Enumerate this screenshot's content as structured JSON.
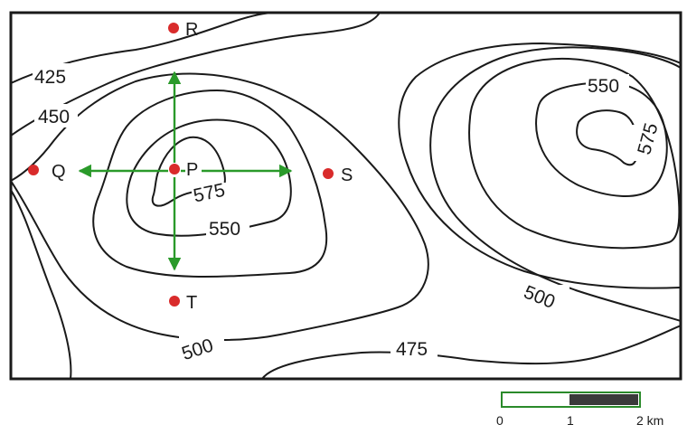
{
  "map": {
    "points": [
      {
        "id": "P",
        "label": "P"
      },
      {
        "id": "Q",
        "label": "Q"
      },
      {
        "id": "R",
        "label": "R"
      },
      {
        "id": "S",
        "label": "S"
      },
      {
        "id": "T",
        "label": "T"
      }
    ],
    "contour_labels": {
      "c425": "425",
      "c450": "450",
      "c475": "475",
      "c500_bottom": "500",
      "c500_right": "500",
      "c550_left": "550",
      "c575_left": "575",
      "c550_right": "550",
      "c575_right": "575"
    },
    "arrows_from": "P",
    "arrows_to": [
      "R",
      "Q",
      "S",
      "T"
    ],
    "scale_bar": {
      "ticks": [
        "0",
        "1",
        "2 km"
      ]
    },
    "colors": {
      "point": "#d92b2b",
      "arrow": "#2a9a2a",
      "contour": "#1a1a1a",
      "frame": "#1a1a1a",
      "scale_fill": "#3a3a3a",
      "scale_border": "#2a8a2a"
    }
  }
}
